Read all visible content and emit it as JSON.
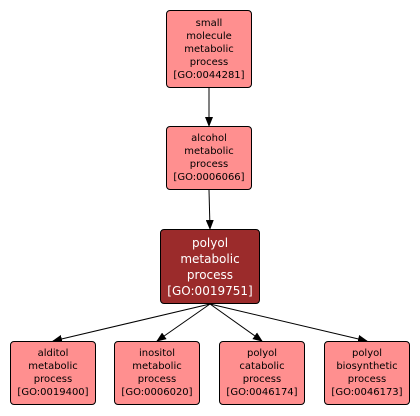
{
  "colors": {
    "node_fill": "#ff8f8f",
    "focus_fill": "#9b2b2b",
    "focus_text": "#ffffff",
    "edge": "#000000"
  },
  "nodes": {
    "small_molecule": {
      "label": "small\nmolecule\nmetabolic\nprocess\n[GO:0044281]"
    },
    "alcohol": {
      "label": "alcohol\nmetabolic\nprocess\n[GO:0006066]"
    },
    "polyol": {
      "label": "polyol\nmetabolic\nprocess\n[GO:0019751]"
    },
    "alditol": {
      "label": "alditol\nmetabolic\nprocess\n[GO:0019400]"
    },
    "inositol": {
      "label": "inositol\nmetabolic\nprocess\n[GO:0006020]"
    },
    "polyol_catabolic": {
      "label": "polyol\ncatabolic\nprocess\n[GO:0046174]"
    },
    "polyol_biosynthetic": {
      "label": "polyol\nbiosynthetic\nprocess\n[GO:0046173]"
    }
  },
  "edges": [
    [
      "small_molecule",
      "alcohol"
    ],
    [
      "alcohol",
      "polyol"
    ],
    [
      "polyol",
      "alditol"
    ],
    [
      "polyol",
      "inositol"
    ],
    [
      "polyol",
      "polyol_catabolic"
    ],
    [
      "polyol",
      "polyol_biosynthetic"
    ]
  ]
}
